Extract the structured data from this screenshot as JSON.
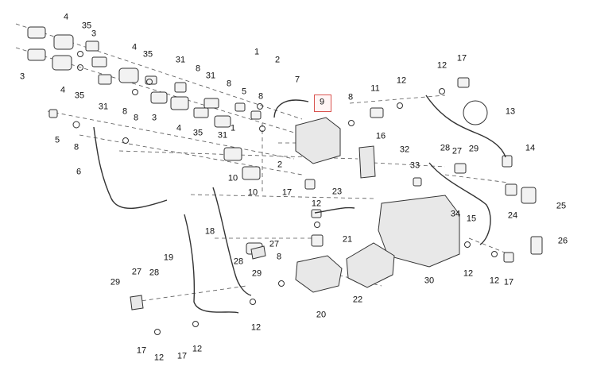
{
  "diagram": {
    "labels": [
      "1",
      "2",
      "3",
      "4",
      "5",
      "6",
      "7",
      "8",
      "9",
      "10",
      "11",
      "12",
      "13",
      "14",
      "15",
      "16",
      "17",
      "18",
      "19",
      "20",
      "21",
      "22",
      "23",
      "24",
      "25",
      "26",
      "27",
      "28",
      "29",
      "30",
      "31",
      "32",
      "33",
      "34",
      "35"
    ],
    "highlighted_label": "9",
    "colors": {
      "line": "#333333",
      "dash": "#555555",
      "highlight": "#d9534f",
      "part_fill": "#f2f2f2"
    }
  }
}
